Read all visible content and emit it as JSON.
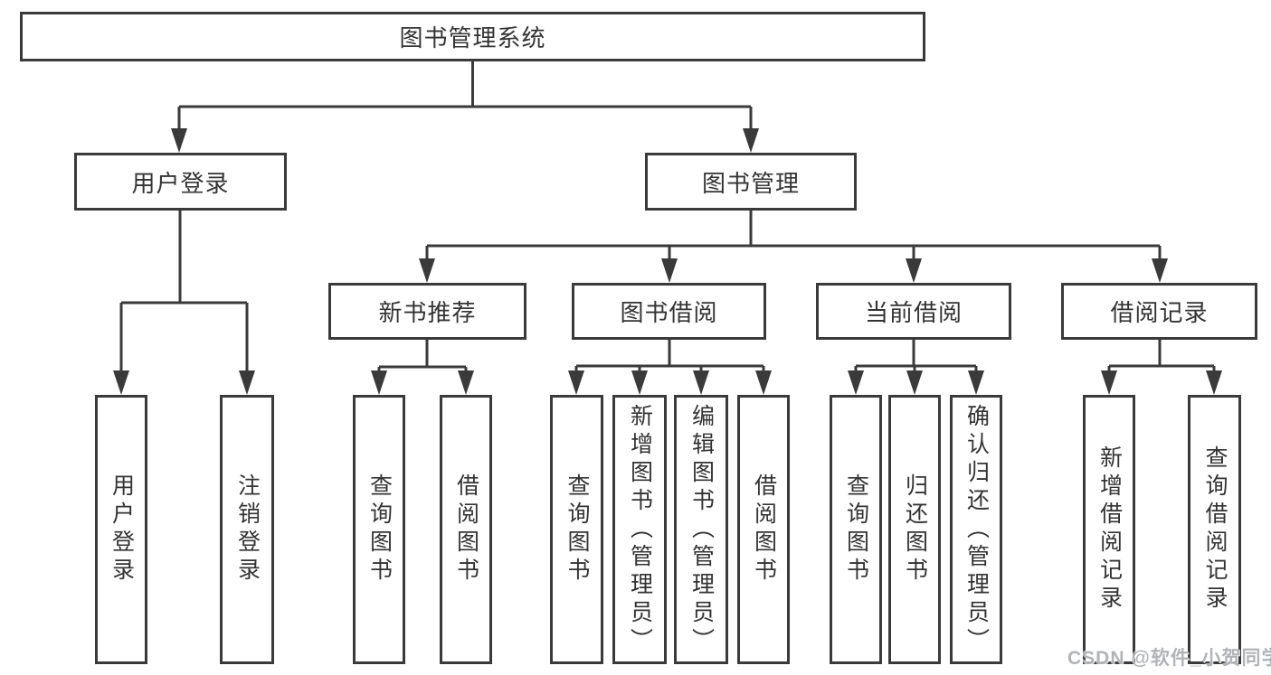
{
  "colors": {
    "line": "#3a3a3a",
    "box_border": "#3a3a3a",
    "box_background": "#ffffff",
    "text": "#333333",
    "watermark_text": "#a8aeb4",
    "page_background": "#ffffff"
  },
  "watermark": "CSDN @软件_小贺同学",
  "tree": {
    "root": "图书管理系统",
    "l2": [
      "用户登录",
      "图书管理"
    ],
    "l3": [
      "新书推荐",
      "图书借阅",
      "当前借阅",
      "借阅记录"
    ],
    "leaves_user_login": [
      "用户登录",
      "注销登录"
    ],
    "leaves_new_book": [
      "查询图书",
      "借阅图书"
    ],
    "leaves_book_borrow": [
      "查询图书",
      "新增图书（管理员）",
      "编辑图书（管理员）",
      "借阅图书"
    ],
    "leaves_current_borrow": [
      "查询图书",
      "归还图书",
      "确认归还（管理员）"
    ],
    "leaves_borrow_records": [
      "新增借阅记录",
      "查询借阅记录"
    ]
  }
}
